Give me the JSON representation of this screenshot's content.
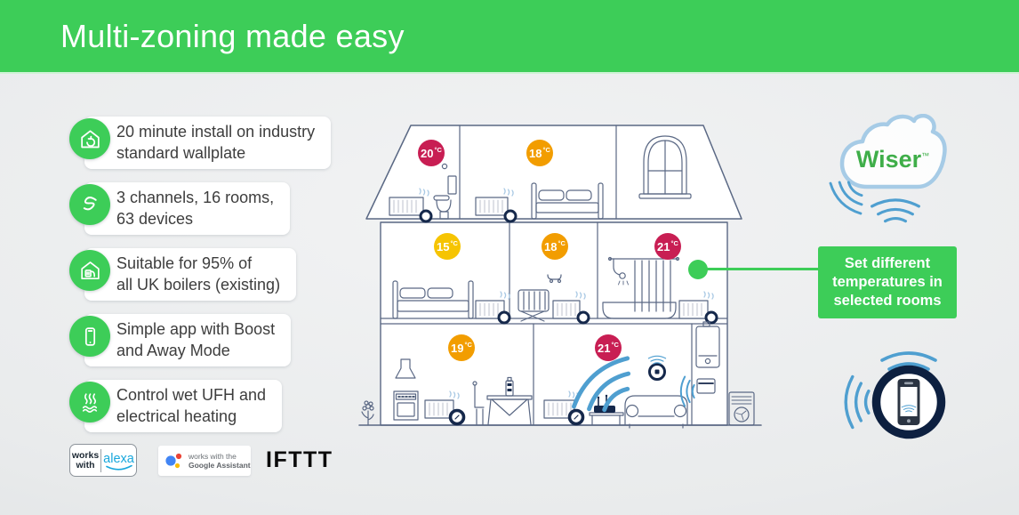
{
  "header": {
    "title": "Multi-zoning made easy"
  },
  "features": [
    {
      "icon": "install-house-icon",
      "lines": [
        "20 minute install on industry",
        "standard wallplate"
      ]
    },
    {
      "icon": "channels-coil-icon",
      "lines": [
        "3 channels, 16 rooms,",
        "63 devices"
      ]
    },
    {
      "icon": "boiler-house-icon",
      "lines": [
        "Suitable for 95% of",
        "all UK boilers (existing)"
      ]
    },
    {
      "icon": "app-phone-icon",
      "lines": [
        "Simple app with Boost",
        "and Away Mode"
      ]
    },
    {
      "icon": "underfloor-heating-icon",
      "lines": [
        "Control wet UFH and",
        "electrical heating"
      ]
    }
  ],
  "partners": {
    "alexa": {
      "works": "works",
      "with": "with",
      "brand": "alexa"
    },
    "google": {
      "line1": "works with the",
      "line2": "Google Assistant"
    },
    "ifttt": {
      "label": "IFTTT"
    }
  },
  "house": {
    "temps": [
      {
        "room": "attic-bathroom",
        "value": "20",
        "unit": "°C",
        "color": "#c81e53"
      },
      {
        "room": "attic-bedroom",
        "value": "18",
        "unit": "°C",
        "color": "#f29d00"
      },
      {
        "room": "middle-bedroom",
        "value": "15",
        "unit": "°C",
        "color": "#f6c402"
      },
      {
        "room": "nursery",
        "value": "18",
        "unit": "°C",
        "color": "#f29d00"
      },
      {
        "room": "middle-bathroom",
        "value": "21",
        "unit": "°C",
        "color": "#c81e53"
      },
      {
        "room": "kitchen",
        "value": "19",
        "unit": "°C",
        "color": "#f29d00"
      },
      {
        "room": "living-room",
        "value": "21",
        "unit": "°C",
        "color": "#c81e53"
      }
    ]
  },
  "cloud": {
    "brand": "Wiser",
    "tm": "™"
  },
  "callout": {
    "lines": [
      "Set different",
      "temperatures in",
      "selected rooms"
    ]
  },
  "colors": {
    "brand_green": "#3dcd58",
    "crimson": "#c81e53",
    "orange": "#f29d00",
    "yellow": "#f6c402",
    "wifi_blue": "#4f9fd0",
    "navy": "#15284b",
    "outline": "#5a6884"
  }
}
